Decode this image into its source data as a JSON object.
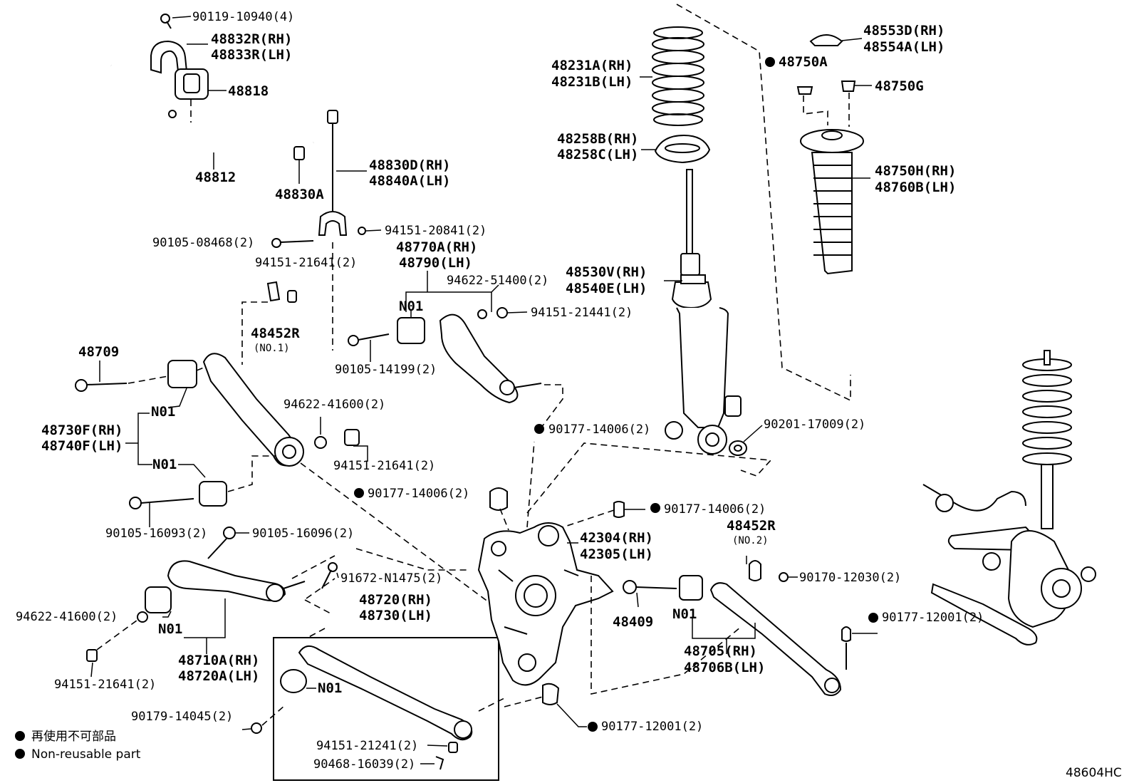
{
  "labels": {
    "p90119": "90119-10940(4)",
    "p48832": "48832R(RH)",
    "p48833": "48833R(LH)",
    "p48818": "48818",
    "p48812": "48812",
    "p48830A": "48830A",
    "p48830D": "48830D(RH)",
    "p48840A": "48840A(LH)",
    "p90105_08468": "90105-08468(2)",
    "p94151_20841": "94151-20841(2)",
    "p94151_21641a": "94151-21641(2)",
    "p48770A": "48770A(RH)",
    "p48790": "48790(LH)",
    "p94622_51400": "94622-51400(2)",
    "p94151_21441": "94151-21441(2)",
    "pN01a": "N01",
    "p48452R_1": "48452R",
    "p48452R_1sub": "(NO.1)",
    "p48709": "48709",
    "p90105_14199": "90105-14199(2)",
    "pN01b": "N01",
    "p48730F": "48730F(RH)",
    "p48740F": "48740F(LH)",
    "pN01c": "N01",
    "p94622_41600a": "94622-41600(2)",
    "p94151_21641b": "94151-21641(2)",
    "p90105_16093": "90105-16093(2)",
    "p90105_16096": "90105-16096(2)",
    "p94622_41600b": "94622-41600(2)",
    "pN01d": "N01",
    "p48710A": "48710A(RH)",
    "p48720A": "48720A(LH)",
    "p94151_21641c": "94151-21641(2)",
    "p90179_14045": "90179-14045(2)",
    "pN01e": "N01",
    "p91672": "91672-N1475(2)",
    "p48720": "48720(RH)",
    "p48730": "48730(LH)",
    "p94151_21241": "94151-21241(2)",
    "p90468": "90468-16039(2)",
    "p90177_14006a": "90177-14006(2)",
    "p90177_14006b": "90177-14006(2)",
    "p90177_14006c": "90177-14006(2)",
    "p42304": "42304(RH)",
    "p42305": "42305(LH)",
    "p90177_12001a": "90177-12001(2)",
    "p48231A": "48231A(RH)",
    "p48231B": "48231B(LH)",
    "p48258B": "48258B(RH)",
    "p48258C": "48258C(LH)",
    "p48530V": "48530V(RH)",
    "p48540E": "48540E(LH)",
    "p90201": "90201-17009(2)",
    "p48553D": "48553D(RH)",
    "p48554A": "48554A(LH)",
    "p48750A": "48750A",
    "p48750G": "48750G",
    "p48750H": "48750H(RH)",
    "p48760B": "48760B(LH)",
    "p48452R_2": "48452R",
    "p48452R_2sub": "(NO.2)",
    "p90170": "90170-12030(2)",
    "p48409": "48409",
    "pN01f": "N01",
    "p48705": "48705(RH)",
    "p48706B": "48706B(LH)",
    "p90177_12001b": "90177-12001(2)"
  },
  "legend": {
    "jp": "再使用不可部品",
    "en": "Non-reusable part"
  },
  "diagram_code": "48604HC"
}
